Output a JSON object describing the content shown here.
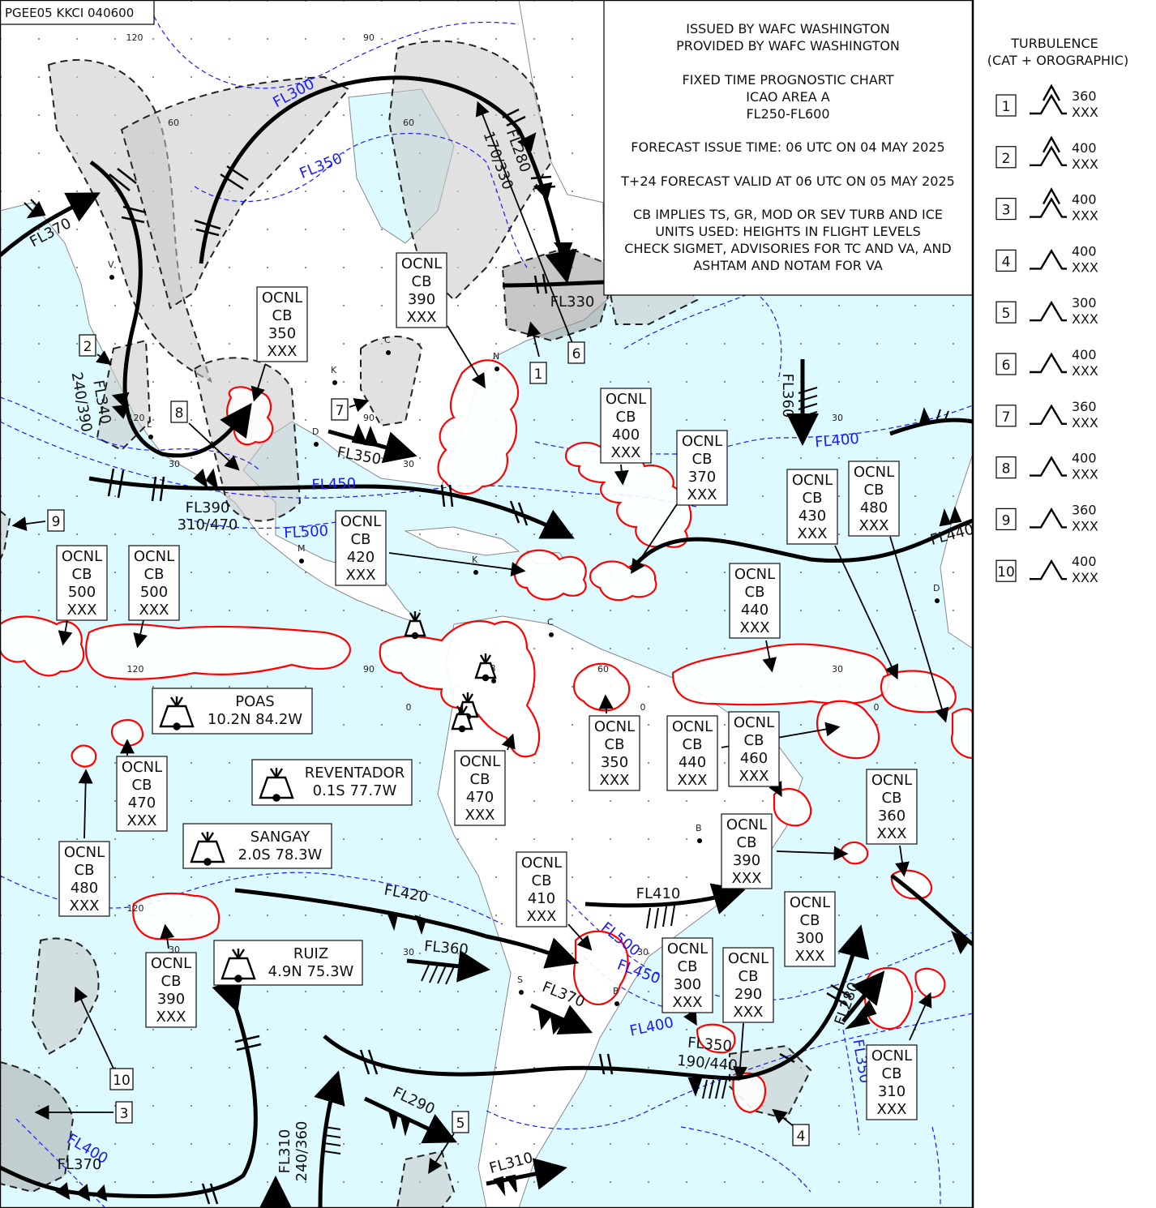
{
  "chart_id": "PGEE05 KKCI 040600",
  "header_lines": [
    "ISSUED BY WAFC WASHINGTON",
    "PROVIDED BY WAFC WASHINGTON",
    "",
    "FIXED TIME PROGNOSTIC CHART",
    "ICAO AREA A",
    "FL250-FL600",
    "",
    "FORECAST ISSUE TIME: 06 UTC ON 04 MAY 2025",
    "",
    "T+24 FORECAST VALID AT 06 UTC ON 05 MAY 2025",
    "",
    "CB IMPLIES TS, GR, MOD OR SEV TURB AND ICE",
    "UNITS USED: HEIGHTS IN FLIGHT LEVELS",
    "CHECK SIGMET, ADVISORIES FOR TC AND VA, AND",
    "ASHTAM AND NOTAM FOR VA"
  ],
  "legend": {
    "title1": "TURBULENCE",
    "title2": "(CAT + OROGRAPHIC)",
    "items": [
      {
        "num": "1",
        "top": "360",
        "base": "XXX",
        "sev": true
      },
      {
        "num": "2",
        "top": "400",
        "base": "XXX",
        "sev": true
      },
      {
        "num": "3",
        "top": "400",
        "base": "XXX",
        "sev": true
      },
      {
        "num": "4",
        "top": "400",
        "base": "XXX",
        "sev": false
      },
      {
        "num": "5",
        "top": "300",
        "base": "XXX",
        "sev": false
      },
      {
        "num": "6",
        "top": "400",
        "base": "XXX",
        "sev": false
      },
      {
        "num": "7",
        "top": "360",
        "base": "XXX",
        "sev": false
      },
      {
        "num": "8",
        "top": "400",
        "base": "XXX",
        "sev": false
      },
      {
        "num": "9",
        "top": "360",
        "base": "XXX",
        "sev": false
      },
      {
        "num": "10",
        "top": "400",
        "base": "XXX",
        "sev": false
      }
    ]
  },
  "cb_boxes": [
    {
      "l1": "OCNL",
      "l2": "CB",
      "top": "350",
      "base": "XXX"
    },
    {
      "l1": "OCNL",
      "l2": "CB",
      "top": "390",
      "base": "XXX"
    },
    {
      "l1": "OCNL",
      "l2": "CB",
      "top": "400",
      "base": "XXX"
    },
    {
      "l1": "OCNL",
      "l2": "CB",
      "top": "370",
      "base": "XXX"
    },
    {
      "l1": "OCNL",
      "l2": "CB",
      "top": "430",
      "base": "XXX"
    },
    {
      "l1": "OCNL",
      "l2": "CB",
      "top": "480",
      "base": "XXX"
    },
    {
      "l1": "OCNL",
      "l2": "CB",
      "top": "420",
      "base": "XXX"
    },
    {
      "l1": "OCNL",
      "l2": "CB",
      "top": "500",
      "base": "XXX"
    },
    {
      "l1": "OCNL",
      "l2": "CB",
      "top": "500",
      "base": "XXX"
    },
    {
      "l1": "OCNL",
      "l2": "CB",
      "top": "440",
      "base": "XXX"
    },
    {
      "l1": "OCNL",
      "l2": "CB",
      "top": "470",
      "base": "XXX"
    },
    {
      "l1": "OCNL",
      "l2": "CB",
      "top": "480",
      "base": "XXX"
    },
    {
      "l1": "OCNL",
      "l2": "CB",
      "top": "470",
      "base": "XXX"
    },
    {
      "l1": "OCNL",
      "l2": "CB",
      "top": "350",
      "base": "XXX"
    },
    {
      "l1": "OCNL",
      "l2": "CB",
      "top": "440",
      "base": "XXX"
    },
    {
      "l1": "OCNL",
      "l2": "CB",
      "top": "460",
      "base": "XXX"
    },
    {
      "l1": "OCNL",
      "l2": "CB",
      "top": "360",
      "base": "XXX"
    },
    {
      "l1": "OCNL",
      "l2": "CB",
      "top": "390",
      "base": "XXX"
    },
    {
      "l1": "OCNL",
      "l2": "CB",
      "top": "410",
      "base": "XXX"
    },
    {
      "l1": "OCNL",
      "l2": "CB",
      "top": "390",
      "base": "XXX"
    },
    {
      "l1": "OCNL",
      "l2": "CB",
      "top": "300",
      "base": "XXX"
    },
    {
      "l1": "OCNL",
      "l2": "CB",
      "top": "300",
      "base": "XXX"
    },
    {
      "l1": "OCNL",
      "l2": "CB",
      "top": "290",
      "base": "XXX"
    },
    {
      "l1": "OCNL",
      "l2": "CB",
      "top": "310",
      "base": "XXX"
    }
  ],
  "volcanoes": [
    {
      "name": "POAS",
      "pos": "10.2N  84.2W"
    },
    {
      "name": "REVENTADOR",
      "pos": "0.1S  77.7W"
    },
    {
      "name": "SANGAY",
      "pos": "2.0S  78.3W"
    },
    {
      "name": "RUIZ",
      "pos": "4.9N  75.3W"
    }
  ],
  "jet_labels": [
    "FL370",
    "FL300",
    "FL350",
    "FL280",
    "170/330",
    "FL330",
    "FL340",
    "240/390",
    "FL360",
    "FL400",
    "FL390",
    "310/470",
    "FL350",
    "FL450",
    "FL500",
    "FL440",
    "FL420",
    "FL410",
    "FL360",
    "FL370",
    "FL500",
    "FL450",
    "FL400",
    "FL350",
    "190/440",
    "FL280",
    "FL350",
    "FL290",
    "FL310",
    "240/360",
    "FL310",
    "FL400",
    "FL370"
  ],
  "isotach_labels": [
    "FL300",
    "FL350",
    "FL400",
    "FL400",
    "FL450",
    "FL500",
    "FL450",
    "FL500",
    "FL400",
    "FL500",
    "FL450",
    "FL500",
    "FL450",
    "FL400",
    "FL350",
    "FL400"
  ],
  "turb_markers": [
    "1",
    "2",
    "3",
    "4",
    "5",
    "6",
    "7",
    "8",
    "9",
    "10"
  ],
  "tick_labels": [
    "120",
    "90",
    "60",
    "60",
    "120",
    "90",
    "30",
    "30",
    "30",
    "120",
    "90",
    "60",
    "30",
    "0",
    "0",
    "0",
    "120",
    "30",
    "30",
    "30"
  ],
  "towns": [
    "V",
    "C",
    "K",
    "N",
    "L",
    "D",
    "M",
    "K",
    "C",
    "B",
    "B",
    "S",
    "B",
    "D"
  ],
  "colors": {
    "sea": "#dcfaff",
    "land": "#ffffff",
    "turb_fill": "#d4d4d4",
    "cb": "#ff0000",
    "isotach": "#0000ff",
    "jet": "#000000"
  }
}
